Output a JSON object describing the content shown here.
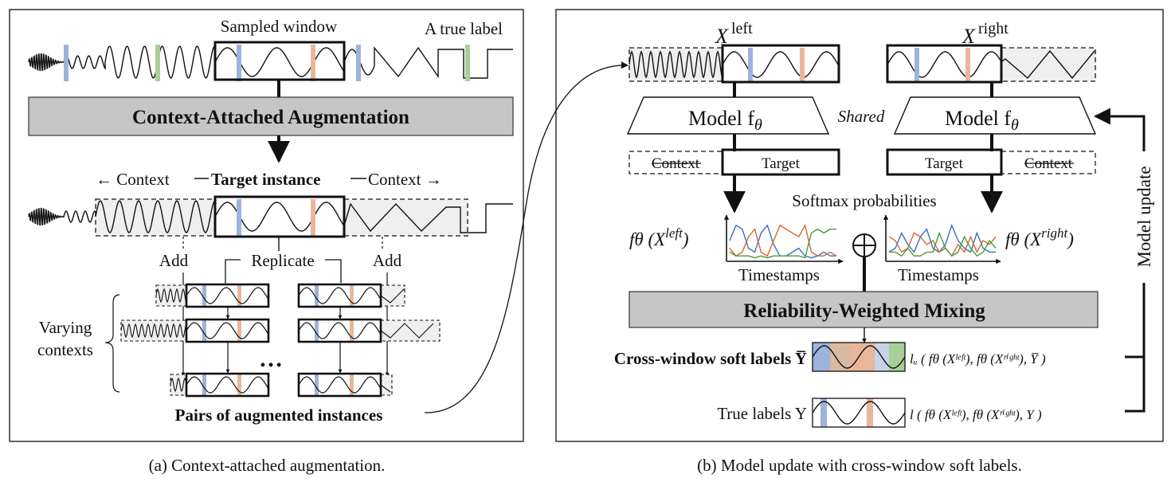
{
  "panel_a": {
    "sampled_window": "Sampled window",
    "true_label": "A true label",
    "cta_box": "Context-Attached Augmentation",
    "context_left": "← Context",
    "target_instance": "Target instance",
    "context_right": "Context →",
    "add_left": "Add",
    "replicate": "Replicate",
    "add_right": "Add",
    "varying_1": "Varying",
    "varying_2": "contexts",
    "ellipsis": "…",
    "pairs": "Pairs of augmented instances",
    "caption": "(a) Context-attached augmentation."
  },
  "panel_b": {
    "x_left_base": "X",
    "x_left_sup": "left",
    "x_right_base": "X",
    "x_right_sup": "right",
    "model_left": "Model f",
    "model_right": "Model f",
    "theta": "θ",
    "shared": "Shared",
    "context_struck_left": "Context",
    "target_left": "Target",
    "target_right": "Target",
    "context_struck_right": "Context",
    "softmax": "Softmax probabilities",
    "f_left": "fθ (X",
    "f_left_sup": "left",
    "f_left_close": ")",
    "f_right": "fθ (X",
    "f_right_sup": "right",
    "f_right_close": ")",
    "timestamps_left": "Timestamps",
    "timestamps_right": "Timestamps",
    "oplus": "⊕",
    "rwm_box": "Reliability-Weighted Mixing",
    "soft_labels": "Cross-window soft labels Y̅",
    "loss_u": "lᵤ ( fθ (Xˡᵉᶠᵗ), fθ (Xʳⁱᵍʰᵗ), Y̅ )",
    "true_labels": "True labels Y",
    "loss": "l ( fθ (Xˡᵉᶠᵗ), fθ (Xʳⁱᵍʰᵗ), Y )",
    "model_update": "Model update",
    "caption": "(b) Model update with cross-window soft labels."
  },
  "colors": {
    "blue_label": "#9db3dc",
    "orange_label": "#e9b69a",
    "green_label": "#a9cf98",
    "box_fill": "#c6c6c6",
    "context_fill": "#efefef",
    "series_blue": "#3b6fc4",
    "series_orange": "#d46a2a",
    "series_green": "#4b9a3b"
  }
}
